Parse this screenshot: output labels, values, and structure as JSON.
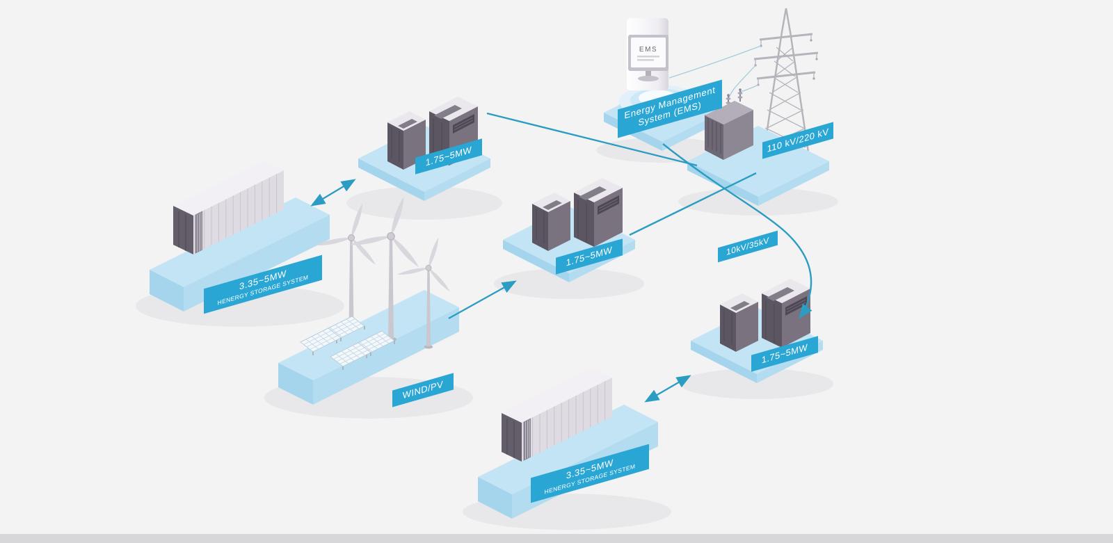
{
  "scene": {
    "background_color": "#f3f3f4",
    "accent_color": "#2aa6d4",
    "connector_color": "#2c9dc2"
  },
  "labels": {
    "ems_line1": "Energy Management",
    "ems_line2": "System (EMS)",
    "ems_screen": "EMS",
    "grid_voltage": "110 kV/220 kV",
    "pcs_top": "1.75~5MW",
    "pcs_middle": "1.75~5MW",
    "pcs_right": "1.75~5MW",
    "storage_left_line1": "3.35~5MW",
    "storage_left_line2": "HENERGY STORAGE SYSTEM",
    "storage_bottom_line1": "3.35~5MW",
    "storage_bottom_line2": "HENERGY STORAGE SYSTEM",
    "wind_pv": "WIND/PV",
    "feeder_voltage": "10kV/35kV"
  }
}
